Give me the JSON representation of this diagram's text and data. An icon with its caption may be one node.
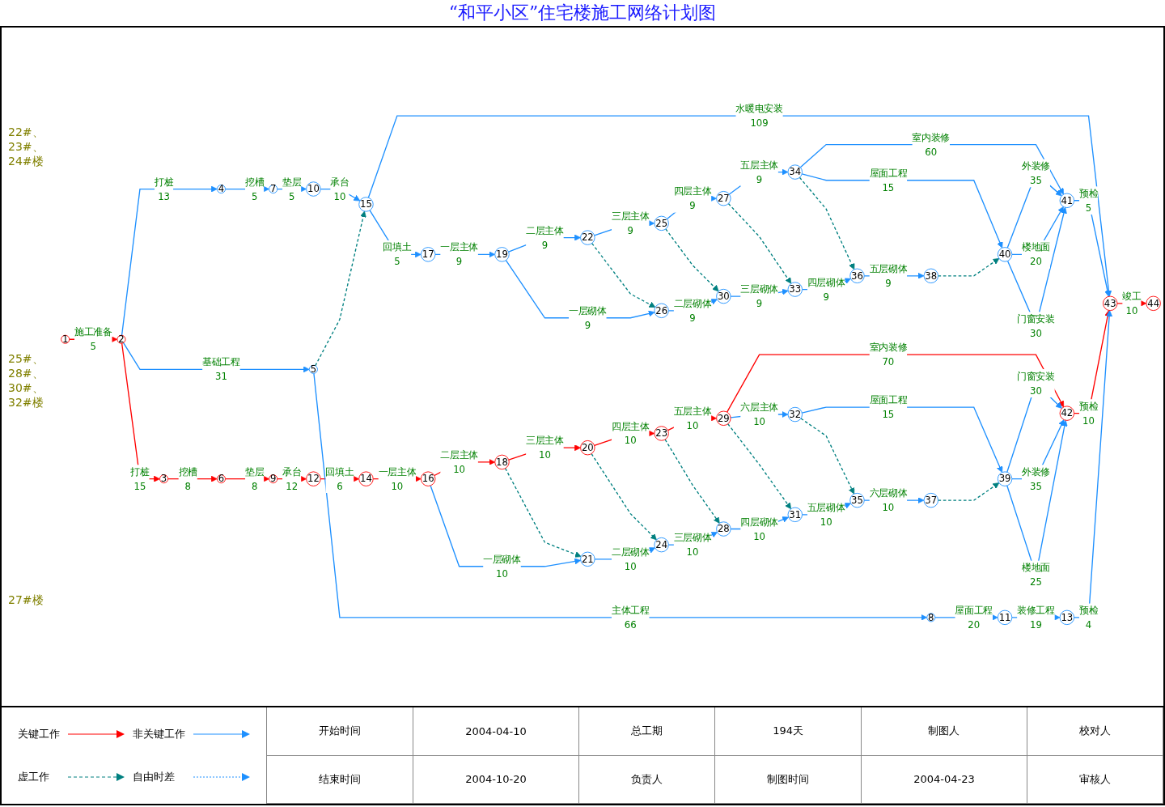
{
  "diagram": {
    "title": "“和平小区”住宅楼施工网络计划图",
    "nodes": [
      {
        "text": [
          "1"
        ]
      },
      {
        "text": [
          "2"
        ]
      },
      {
        "text": [
          "3"
        ]
      },
      {
        "text": [
          "4"
        ]
      },
      {
        "text": [
          "5"
        ]
      },
      {
        "text": [
          "6"
        ]
      },
      {
        "text": [
          "7"
        ]
      },
      {
        "text": [
          "8"
        ]
      },
      {
        "text": [
          "9"
        ]
      },
      {
        "text": [
          "10"
        ]
      },
      {
        "text": [
          "11"
        ]
      },
      {
        "text": [
          "12"
        ]
      },
      {
        "text": [
          "13"
        ]
      },
      {
        "text": [
          "14"
        ]
      },
      {
        "text": [
          "15"
        ]
      },
      {
        "text": [
          "16"
        ]
      },
      {
        "text": [
          "17"
        ]
      },
      {
        "text": [
          "18"
        ]
      },
      {
        "text": [
          "19"
        ]
      },
      {
        "text": [
          "20"
        ]
      },
      {
        "text": [
          "21"
        ]
      },
      {
        "text": [
          "22"
        ]
      },
      {
        "text": [
          "23"
        ]
      },
      {
        "text": [
          "24"
        ]
      },
      {
        "text": [
          "25"
        ]
      },
      {
        "text": [
          "26"
        ]
      },
      {
        "text": [
          "27"
        ]
      },
      {
        "text": [
          "28"
        ]
      },
      {
        "text": [
          "29"
        ]
      },
      {
        "text": [
          "30"
        ]
      },
      {
        "text": [
          "31"
        ]
      },
      {
        "text": [
          "32"
        ]
      },
      {
        "text": [
          "33"
        ]
      },
      {
        "text": [
          "34"
        ]
      },
      {
        "text": [
          "35"
        ]
      },
      {
        "text": [
          "36"
        ]
      },
      {
        "text": [
          "37"
        ]
      },
      {
        "text": [
          "38"
        ]
      },
      {
        "text": [
          "39"
        ]
      },
      {
        "text": [
          "40"
        ]
      },
      {
        "text": [
          "41"
        ]
      },
      {
        "text": [
          "42"
        ]
      },
      {
        "text": [
          "43"
        ]
      },
      {
        "text": [
          "44"
        ]
      }
    ],
    "edges": [
      {
        "from": 14,
        "to": 42,
        "arrow": "to",
        "label": "水暖电安装 109"
      },
      {
        "from": 33,
        "to": 40,
        "arrow": "to",
        "label": "室内装修 60"
      },
      {
        "from": 1,
        "to": 3,
        "arrow": "to",
        "label": "打桩 13"
      },
      {
        "from": 3,
        "to": 6,
        "arrow": "to",
        "label": "挖槽 5"
      },
      {
        "from": 6,
        "to": 9,
        "arrow": "to",
        "label": "垫层 5"
      },
      {
        "from": 9,
        "to": 14,
        "arrow": "to",
        "label": "承台 10"
      },
      {
        "from": 14,
        "to": 16,
        "arrow": "to",
        "label": "回填土 5"
      },
      {
        "from": 16,
        "to": 18,
        "arrow": "to",
        "label": "一层主体 9"
      },
      {
        "from": 18,
        "to": 21,
        "arrow": "to",
        "label": "二层主体 9"
      },
      {
        "from": 21,
        "to": 24,
        "arrow": "to",
        "label": "三层主体 9"
      },
      {
        "from": 24,
        "to": 26,
        "arrow": "to",
        "label": "四层主体 9"
      },
      {
        "from": 26,
        "to": 33,
        "arrow": "to",
        "label": "五层主体 9"
      },
      {
        "from": 33,
        "to": 39,
        "arrow": "to",
        "label": "屋面工程 15"
      },
      {
        "from": 39,
        "to": 40,
        "arrow": "to",
        "label": "外装修 35"
      },
      {
        "from": 40,
        "to": 42,
        "arrow": "to",
        "label": "预检 5"
      },
      {
        "from": 21,
        "to": 25,
        "arrow": "to",
        "style": "dashed",
        "color": "#008080"
      },
      {
        "from": 24,
        "to": 29,
        "arrow": "to",
        "style": "dashed",
        "color": "#008080"
      },
      {
        "from": 26,
        "to": 32,
        "arrow": "to",
        "style": "dashed",
        "color": "#008080"
      },
      {
        "from": 33,
        "to": 35,
        "arrow": "to",
        "style": "dashed",
        "color": "#008080"
      },
      {
        "from": 18,
        "to": 25,
        "arrow": "to",
        "label": "一层砌体 9"
      },
      {
        "from": 25,
        "to": 29,
        "arrow": "to",
        "label": "二层砌体 9"
      },
      {
        "from": 29,
        "to": 32,
        "arrow": "to",
        "label": "三层砌体 9"
      },
      {
        "from": 32,
        "to": 35,
        "arrow": "to",
        "label": "四层砌体 9"
      },
      {
        "from": 35,
        "to": 37,
        "arrow": "to",
        "label": "五层砌体 9"
      },
      {
        "from": 37,
        "to": 39,
        "arrow": "to",
        "style": "dashed",
        "color": "#008080"
      },
      {
        "from": 39,
        "to": 40,
        "arrow": "to",
        "label": "楼地面 20"
      },
      {
        "from": 39,
        "to": 40,
        "arrow": "to",
        "label": "门窗安装 30"
      },
      {
        "from": 28,
        "to": 41,
        "arrow": "to",
        "label": "室内装修 70",
        "color": "#ff0000"
      },
      {
        "from": 38,
        "to": 41,
        "arrow": "to",
        "label": "门窗安装 30"
      },
      {
        "from": 0,
        "to": 1,
        "arrow": "to",
        "label": "施工准备 5",
        "color": "#ff0000"
      },
      {
        "from": 1,
        "to": 2,
        "arrow": "to",
        "label": "打桩 15",
        "color": "#ff0000"
      },
      {
        "from": 2,
        "to": 5,
        "arrow": "to",
        "label": "挖槽 8",
        "color": "#ff0000"
      },
      {
        "from": 5,
        "to": 8,
        "arrow": "to",
        "label": "垫层 8",
        "color": "#ff0000"
      },
      {
        "from": 8,
        "to": 11,
        "arrow": "to",
        "label": "承台 12",
        "color": "#ff0000"
      },
      {
        "from": 11,
        "to": 13,
        "arrow": "to",
        "label": "回填土 6",
        "color": "#ff0000"
      },
      {
        "from": 13,
        "to": 15,
        "arrow": "to",
        "label": "一层主体 10",
        "color": "#ff0000"
      },
      {
        "from": 15,
        "to": 17,
        "arrow": "to",
        "label": "二层主体 10",
        "color": "#ff0000"
      },
      {
        "from": 17,
        "to": 19,
        "arrow": "to",
        "label": "三层主体 10",
        "color": "#ff0000"
      },
      {
        "from": 19,
        "to": 22,
        "arrow": "to",
        "label": "四层主体 10",
        "color": "#ff0000"
      },
      {
        "from": 22,
        "to": 28,
        "arrow": "to",
        "label": "五层主体 10",
        "color": "#ff0000"
      },
      {
        "from": 28,
        "to": 31,
        "arrow": "to",
        "label": "六层主体 10"
      },
      {
        "from": 31,
        "to": 38,
        "arrow": "to",
        "label": "屋面工程 15"
      },
      {
        "from": 38,
        "to": 41,
        "arrow": "to",
        "label": "外装修 35"
      },
      {
        "from": 41,
        "to": 42,
        "arrow": "to",
        "label": "预检 10",
        "color": "#ff0000"
      },
      {
        "from": 42,
        "to": 43,
        "arrow": "to",
        "label": "竣工 10",
        "color": "#ff0000"
      },
      {
        "from": 17,
        "to": 20,
        "arrow": "to",
        "style": "dashed",
        "color": "#008080"
      },
      {
        "from": 19,
        "to": 23,
        "arrow": "to",
        "style": "dashed",
        "color": "#008080"
      },
      {
        "from": 22,
        "to": 27,
        "arrow": "to",
        "style": "dashed",
        "color": "#008080"
      },
      {
        "from": 28,
        "to": 30,
        "arrow": "to",
        "style": "dashed",
        "color": "#008080"
      },
      {
        "from": 31,
        "to": 34,
        "arrow": "to",
        "style": "dashed",
        "color": "#008080"
      },
      {
        "from": 15,
        "to": 20,
        "arrow": "to",
        "label": "一层砌体 10"
      },
      {
        "from": 20,
        "to": 23,
        "arrow": "to",
        "label": "二层砌体 10"
      },
      {
        "from": 23,
        "to": 27,
        "arrow": "to",
        "label": "三层砌体 10"
      },
      {
        "from": 27,
        "to": 30,
        "arrow": "to",
        "label": "四层砌体 10"
      },
      {
        "from": 30,
        "to": 34,
        "arrow": "to",
        "label": "五层砌体 10"
      },
      {
        "from": 34,
        "to": 36,
        "arrow": "to",
        "label": "六层砌体 10"
      },
      {
        "from": 36,
        "to": 38,
        "arrow": "to",
        "style": "dashed",
        "color": "#008080"
      },
      {
        "from": 38,
        "to": 41,
        "arrow": "to",
        "label": "楼地面 25"
      },
      {
        "from": 1,
        "to": 4,
        "arrow": "to",
        "label": "基础工程 31"
      },
      {
        "from": 4,
        "to": 14,
        "arrow": "to",
        "style": "dashed",
        "color": "#008080"
      },
      {
        "from": 4,
        "to": 7,
        "arrow": "to",
        "label": "主体工程 66"
      },
      {
        "from": 7,
        "to": 10,
        "arrow": "to",
        "label": "屋面工程 20"
      },
      {
        "from": 10,
        "to": 12,
        "arrow": "to",
        "label": "装修工程 19"
      },
      {
        "from": 12,
        "to": 42,
        "arrow": "to",
        "label": "预检 4"
      }
    ],
    "labels": [
      "22#、23#、24#楼",
      "25#、28#、30#、32#楼",
      "27#楼",
      "开始时间",
      "2004-04-10",
      "总工期",
      "194天",
      "制图人",
      "校对人",
      "结束时间",
      "2004-10-20",
      "负责人",
      "制图时间",
      "2004-04-23",
      "审核人"
    ],
    "legend": [
      {
        "text": "关键工作"
      },
      {
        "text": "非关键工作"
      },
      {
        "text": "虚工作"
      },
      {
        "text": "自由时差"
      }
    ]
  }
}
